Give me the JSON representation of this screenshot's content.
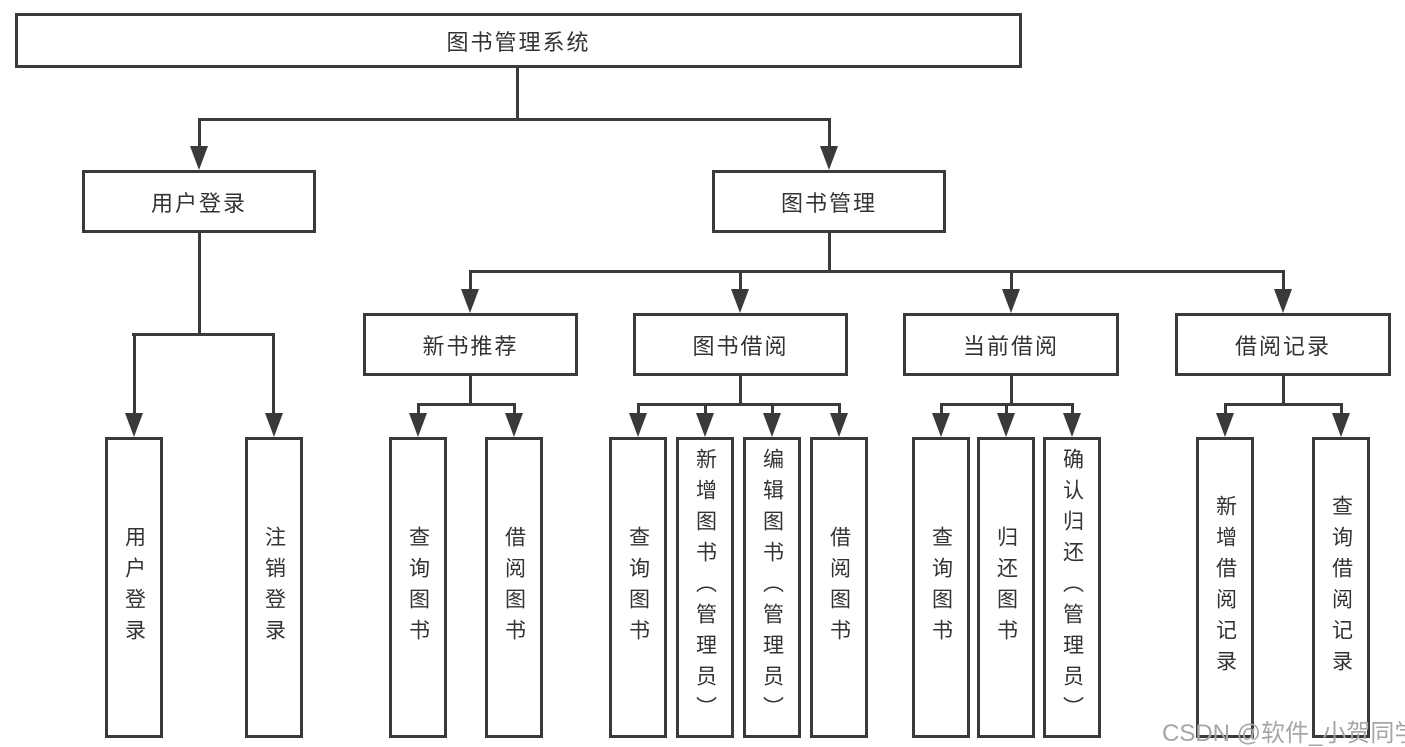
{
  "diagram": {
    "type": "hierarchy-tree",
    "root": {
      "label": "图书管理系统"
    },
    "branches": [
      {
        "label": "用户登录",
        "children": [
          {
            "label": "用户登录"
          },
          {
            "label": "注销登录"
          }
        ]
      },
      {
        "label": "图书管理",
        "children": [
          {
            "label": "新书推荐",
            "children": [
              {
                "label": "查询图书"
              },
              {
                "label": "借阅图书"
              }
            ]
          },
          {
            "label": "图书借阅",
            "children": [
              {
                "label": "查询图书"
              },
              {
                "label": "新增图书（管理员）"
              },
              {
                "label": "编辑图书（管理员）"
              },
              {
                "label": "借阅图书"
              }
            ]
          },
          {
            "label": "当前借阅",
            "children": [
              {
                "label": "查询图书"
              },
              {
                "label": "归还图书"
              },
              {
                "label": "确认归还（管理员）"
              }
            ]
          },
          {
            "label": "借阅记录",
            "children": [
              {
                "label": "新增借阅记录"
              },
              {
                "label": "查询借阅记录"
              }
            ]
          }
        ]
      }
    ]
  },
  "watermark": {
    "text": "CSDN @软件_小贺同学"
  },
  "colors": {
    "background": "#ffffff",
    "line": "#3a3a3a",
    "box_border": "#3a3a3a",
    "text": "#333333",
    "watermark": "#a6a6a6"
  }
}
